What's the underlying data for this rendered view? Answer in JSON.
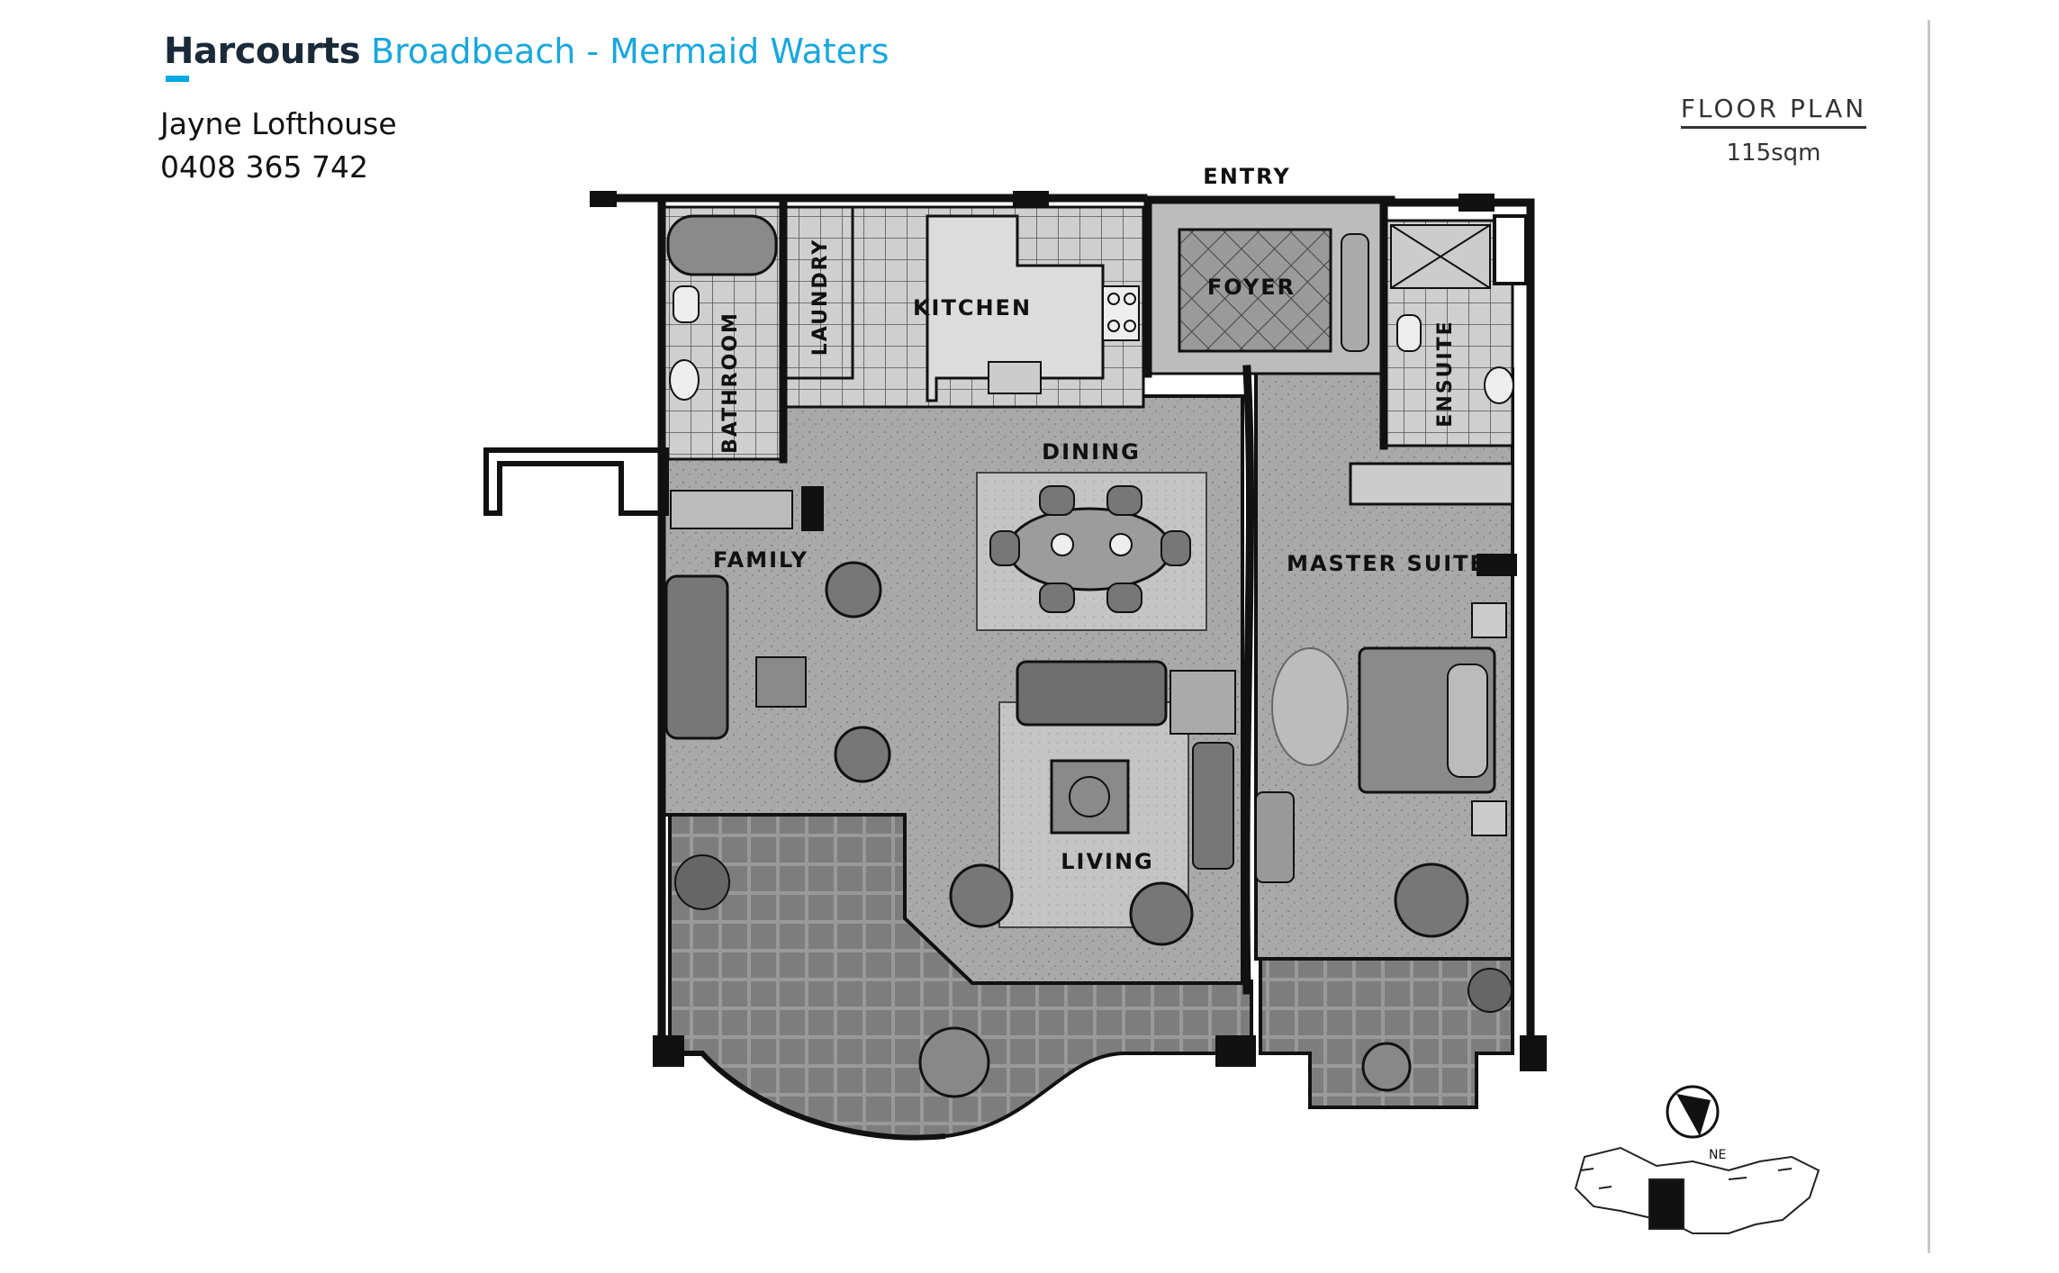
{
  "header": {
    "brand": "Harcourts",
    "office": "Broadbeach - Mermaid Waters"
  },
  "agent": {
    "name": "Jayne Lofthouse",
    "phone": "0408 365 742"
  },
  "plan": {
    "title": "FLOOR PLAN",
    "area": "115sqm"
  },
  "rooms": {
    "entry": "ENTRY",
    "foyer": "FOYER",
    "kitchen": "KITCHEN",
    "laundry": "LAUNDRY",
    "bathroom": "BATHROOM",
    "ensuite": "ENSUITE",
    "dining": "DINING",
    "family": "FAMILY",
    "master_suite": "MASTER SUITE",
    "living": "LIVING"
  },
  "compass": {
    "direction": "NE"
  },
  "colors": {
    "brand_dark": "#1a2a38",
    "brand_accent": "#19a7dc"
  }
}
